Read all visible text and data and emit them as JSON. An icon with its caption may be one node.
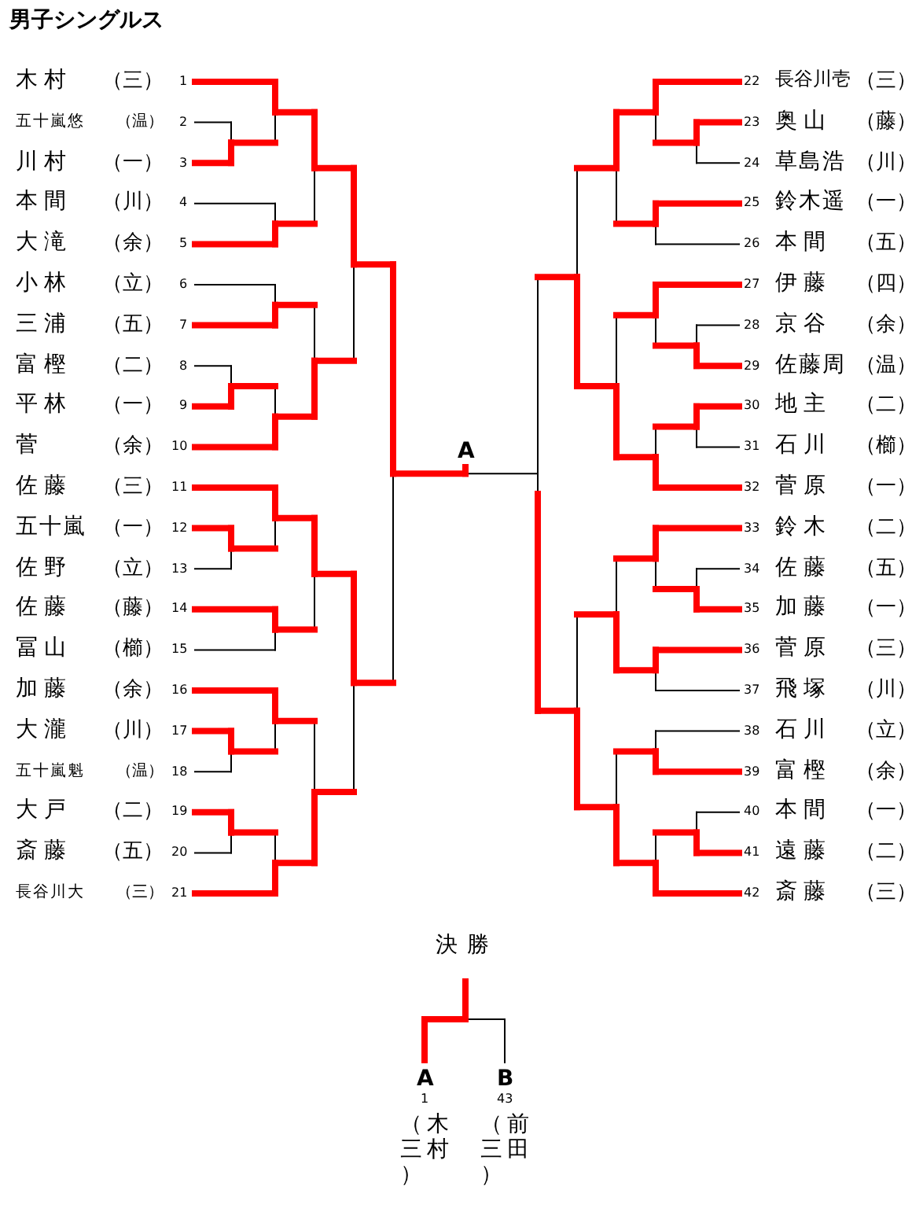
{
  "diagram": {
    "title": "男子シングルス",
    "nodes": [
      {
        "text": [
          "木村",
          "（三）"
        ],
        "beside": [
          "1"
        ]
      },
      {
        "text": [
          "五十嵐悠",
          "（温）"
        ],
        "beside": [
          "2"
        ]
      },
      {
        "text": [
          "川村",
          "（一）"
        ],
        "beside": [
          "3"
        ]
      },
      {
        "text": [
          "本間",
          "（川）"
        ],
        "beside": [
          "4"
        ]
      },
      {
        "text": [
          "大滝",
          "（余）"
        ],
        "beside": [
          "5"
        ]
      },
      {
        "text": [
          "小林",
          "（立）"
        ],
        "beside": [
          "6"
        ]
      },
      {
        "text": [
          "三浦",
          "（五）"
        ],
        "beside": [
          "7"
        ]
      },
      {
        "text": [
          "富樫",
          "（二）"
        ],
        "beside": [
          "8"
        ]
      },
      {
        "text": [
          "平林",
          "（一）"
        ],
        "beside": [
          "9"
        ]
      },
      {
        "text": [
          "菅",
          "（余）"
        ],
        "beside": [
          "10"
        ]
      },
      {
        "text": [
          "佐藤",
          "（三）"
        ],
        "beside": [
          "11"
        ]
      },
      {
        "text": [
          "五十嵐",
          "（一）"
        ],
        "beside": [
          "12"
        ]
      },
      {
        "text": [
          "佐野",
          "（立）"
        ],
        "beside": [
          "13"
        ]
      },
      {
        "text": [
          "佐藤",
          "（藤）"
        ],
        "beside": [
          "14"
        ]
      },
      {
        "text": [
          "冨山",
          "（櫛）"
        ],
        "beside": [
          "15"
        ]
      },
      {
        "text": [
          "加藤",
          "（余）"
        ],
        "beside": [
          "16"
        ]
      },
      {
        "text": [
          "大瀧",
          "（川）"
        ],
        "beside": [
          "17"
        ]
      },
      {
        "text": [
          "五十嵐魁",
          "（温）"
        ],
        "beside": [
          "18"
        ]
      },
      {
        "text": [
          "大戸",
          "（二）"
        ],
        "beside": [
          "19"
        ]
      },
      {
        "text": [
          "斎藤",
          "（五）"
        ],
        "beside": [
          "20"
        ]
      },
      {
        "text": [
          "長谷川大",
          "（三）"
        ],
        "beside": [
          "21"
        ]
      },
      {
        "text": [
          "長谷川壱",
          "（三）"
        ],
        "beside": [
          "22"
        ]
      },
      {
        "text": [
          "奥山",
          "（藤）"
        ],
        "beside": [
          "23"
        ]
      },
      {
        "text": [
          "草島浩",
          "（川）"
        ],
        "beside": [
          "24"
        ]
      },
      {
        "text": [
          "鈴木遥",
          "（一）"
        ],
        "beside": [
          "25"
        ]
      },
      {
        "text": [
          "本間",
          "（五）"
        ],
        "beside": [
          "26"
        ]
      },
      {
        "text": [
          "伊藤",
          "（四）"
        ],
        "beside": [
          "27"
        ]
      },
      {
        "text": [
          "京谷",
          "（余）"
        ],
        "beside": [
          "28"
        ]
      },
      {
        "text": [
          "佐藤周",
          "（温）"
        ],
        "beside": [
          "29"
        ]
      },
      {
        "text": [
          "地主",
          "（二）"
        ],
        "beside": [
          "30"
        ]
      },
      {
        "text": [
          "石川",
          "（櫛）"
        ],
        "beside": [
          "31"
        ]
      },
      {
        "text": [
          "菅原",
          "（一）"
        ],
        "beside": [
          "32"
        ]
      },
      {
        "text": [
          "鈴木",
          "（二）"
        ],
        "beside": [
          "33"
        ]
      },
      {
        "text": [
          "佐藤",
          "（五）"
        ],
        "beside": [
          "34"
        ]
      },
      {
        "text": [
          "加藤",
          "（一）"
        ],
        "beside": [
          "35"
        ]
      },
      {
        "text": [
          "菅原",
          "（三）"
        ],
        "beside": [
          "36"
        ]
      },
      {
        "text": [
          "飛塚",
          "（川）"
        ],
        "beside": [
          "37"
        ]
      },
      {
        "text": [
          "石川",
          "（立）"
        ],
        "beside": [
          "38"
        ]
      },
      {
        "text": [
          "富樫",
          "（余）"
        ],
        "beside": [
          "39"
        ]
      },
      {
        "text": [
          "本間",
          "（一）"
        ],
        "beside": [
          "40"
        ]
      },
      {
        "text": [
          "遠藤",
          "（二）"
        ],
        "beside": [
          "41"
        ]
      },
      {
        "text": [
          "斎藤",
          "（三）"
        ],
        "beside": [
          "42"
        ]
      },
      {
        "text": [
          "A",
          "（三）",
          "木村"
        ],
        "beside": [
          "1"
        ]
      },
      {
        "text": [
          "B",
          "（三）",
          "前田"
        ],
        "beside": [
          "43"
        ]
      }
    ],
    "edges": [
      {
        "from": 42,
        "to": 43,
        "arrow": "none"
      }
    ],
    "labels": [
      "A",
      "決勝"
    ]
  }
}
